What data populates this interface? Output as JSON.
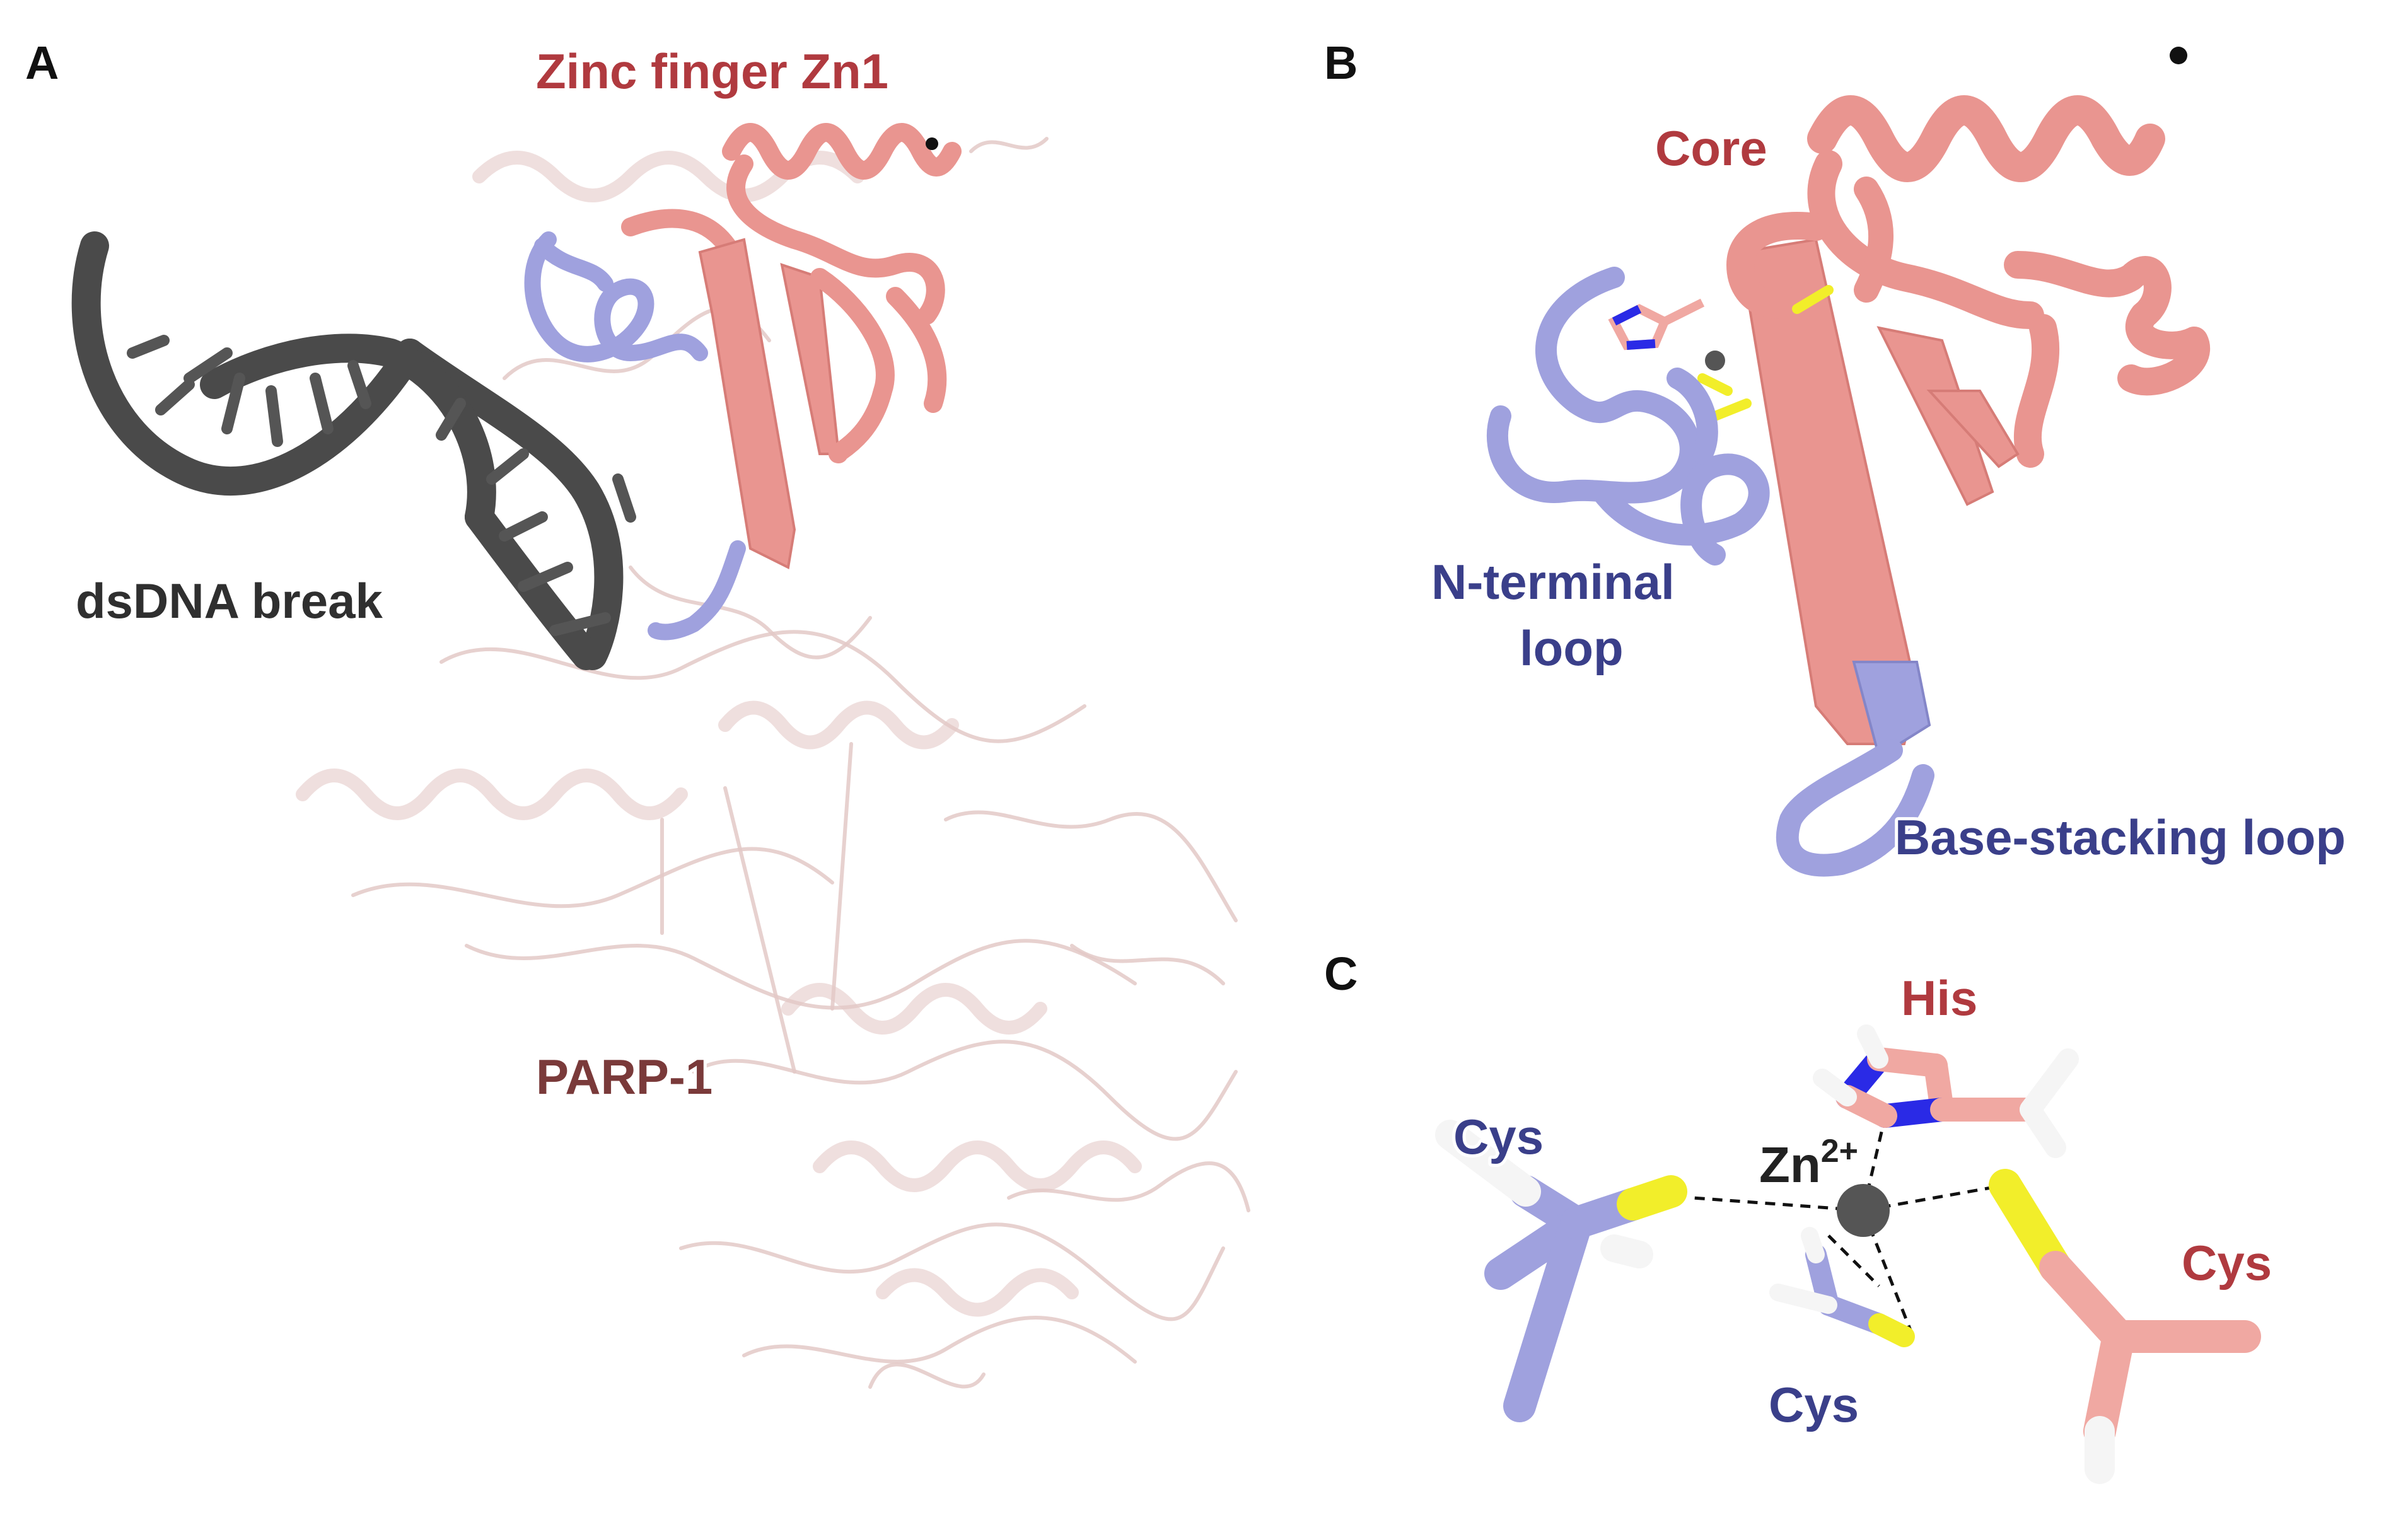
{
  "panels": {
    "a": {
      "letter": "A",
      "labels": {
        "zinc_finger": "Zinc finger Zn1",
        "dsdna": "dsDNA break",
        "parp": "PARP-1"
      }
    },
    "b": {
      "letter": "B",
      "labels": {
        "core": "Core",
        "n_terminal_line1": "N-terminal",
        "n_terminal_line2": "loop",
        "base_stacking": "Base-stacking loop"
      }
    },
    "c": {
      "letter": "C",
      "labels": {
        "his": "His",
        "cys_left": "Cys",
        "cys_right": "Cys",
        "cys_bottom": "Cys",
        "zn": "Zn",
        "zn_charge": "2+"
      }
    }
  },
  "colors": {
    "zinc_finger_pink": "#e99590",
    "loop_blue": "#9fa1de",
    "dna_gray": "#4a4a4a",
    "parp_ghost": "#e3c9c7",
    "sulfur_yellow": "#f2ee2a",
    "nitrogen_blue": "#2a2ae6",
    "zinc_gray": "#555555"
  }
}
